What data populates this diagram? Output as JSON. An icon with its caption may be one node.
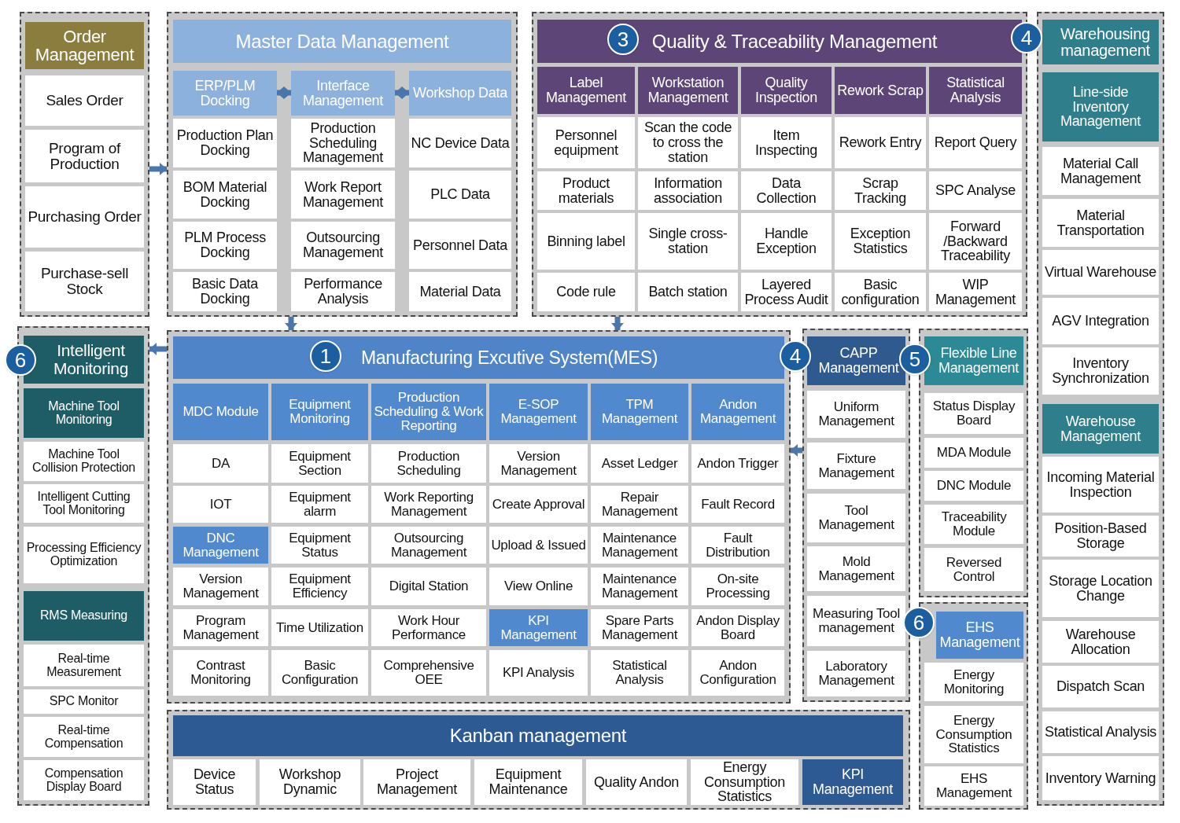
{
  "diagram": {
    "nodes": [
      {
        "text": [],
        "shape": "box"
      },
      {
        "text": [
          "Order Management"
        ],
        "in": 0
      },
      {
        "text": [
          "Sales Order"
        ],
        "in": 0
      },
      {
        "text": [
          "Program of Production"
        ],
        "in": 0
      },
      {
        "text": [
          "Purchasing Order"
        ],
        "in": 0
      },
      {
        "text": [
          "Purchase-sell Stock"
        ],
        "in": 0
      },
      {
        "text": [],
        "shape": "box"
      },
      {
        "text": [
          "Master Data Management"
        ],
        "in": 6
      },
      {
        "text": [
          "ERP/PLM Docking"
        ],
        "in": 6
      },
      {
        "text": [
          "Interface Management"
        ],
        "in": 6
      },
      {
        "text": [
          "Workshop Data"
        ],
        "in": 6
      },
      {
        "text": [
          "Production Plan Docking"
        ],
        "in": 6
      },
      {
        "text": [
          "Production Scheduling Management"
        ],
        "in": 6
      },
      {
        "text": [
          "NC Device Data"
        ],
        "in": 6
      },
      {
        "text": [
          "BOM Material Docking"
        ],
        "in": 6
      },
      {
        "text": [
          "Work Report Management"
        ],
        "in": 6
      },
      {
        "text": [
          "PLC Data"
        ],
        "in": 6
      },
      {
        "text": [
          "PLM Process Docking"
        ],
        "in": 6
      },
      {
        "text": [
          "Outsourcing Management"
        ],
        "in": 6
      },
      {
        "text": [
          "Personnel Data"
        ],
        "in": 6
      },
      {
        "text": [
          "Basic Data Docking"
        ],
        "in": 6
      },
      {
        "text": [
          "Performance Analysis"
        ],
        "in": 6
      },
      {
        "text": [
          "Material Data"
        ],
        "in": 6
      },
      {
        "text": [],
        "shape": "box"
      },
      {
        "text": [
          "Quality & Traceability Management"
        ],
        "in": 23
      },
      {
        "text": [
          "Label Management"
        ],
        "in": 23
      },
      {
        "text": [
          "Workstation Management"
        ],
        "in": 23
      },
      {
        "text": [
          "Quality Inspection"
        ],
        "in": 23
      },
      {
        "text": [
          "Rework Scrap"
        ],
        "in": 23
      },
      {
        "text": [
          "Statistical Analysis"
        ],
        "in": 23
      },
      {
        "text": [
          "Personnel equipment"
        ],
        "in": 23
      },
      {
        "text": [
          "Scan the code to cross the station"
        ],
        "in": 23
      },
      {
        "text": [
          "Item Inspecting"
        ],
        "in": 23
      },
      {
        "text": [
          "Rework Entry"
        ],
        "in": 23
      },
      {
        "text": [
          "Report Query"
        ],
        "in": 23
      },
      {
        "text": [
          "Product materials"
        ],
        "in": 23
      },
      {
        "text": [
          "Information association"
        ],
        "in": 23
      },
      {
        "text": [
          "Data Collection"
        ],
        "in": 23
      },
      {
        "text": [
          "Scrap Tracking"
        ],
        "in": 23
      },
      {
        "text": [
          "SPC Analyse"
        ],
        "in": 23
      },
      {
        "text": [
          "Binning label"
        ],
        "in": 23
      },
      {
        "text": [
          "Single cross-station"
        ],
        "in": 23
      },
      {
        "text": [
          "Handle Exception"
        ],
        "in": 23
      },
      {
        "text": [
          "Exception Statistics"
        ],
        "in": 23
      },
      {
        "text": [
          "Forward /Backward Traceability"
        ],
        "in": 23
      },
      {
        "text": [
          "Code rule"
        ],
        "in": 23
      },
      {
        "text": [
          "Batch station"
        ],
        "in": 23
      },
      {
        "text": [
          "Layered Process Audit"
        ],
        "in": 23
      },
      {
        "text": [
          "Basic configuration"
        ],
        "in": 23
      },
      {
        "text": [
          "WIP Management"
        ],
        "in": 23
      },
      {
        "text": [],
        "shape": "box"
      },
      {
        "text": [
          "Warehousing management"
        ],
        "in": 50
      },
      {
        "text": [
          "Line-side Inventory Management"
        ],
        "in": 50
      },
      {
        "text": [
          "Material Call Management"
        ],
        "in": 50
      },
      {
        "text": [
          "Material Transportation"
        ],
        "in": 50
      },
      {
        "text": [
          "Virtual Warehouse"
        ],
        "in": 50
      },
      {
        "text": [
          "AGV Integration"
        ],
        "in": 50
      },
      {
        "text": [
          "Inventory Synchronization"
        ],
        "in": 50
      },
      {
        "text": [
          "Warehouse Management"
        ],
        "in": 50
      },
      {
        "text": [
          "Incoming Material Inspection"
        ],
        "in": 50
      },
      {
        "text": [
          "Position-Based Storage"
        ],
        "in": 50
      },
      {
        "text": [
          "Storage Location Change"
        ],
        "in": 50
      },
      {
        "text": [
          "Warehouse Allocation"
        ],
        "in": 50
      },
      {
        "text": [
          "Dispatch Scan"
        ],
        "in": 50
      },
      {
        "text": [
          "Statistical Analysis"
        ],
        "in": 50
      },
      {
        "text": [
          "Inventory Warning"
        ],
        "in": 50
      },
      {
        "text": [],
        "shape": "box"
      },
      {
        "text": [
          "Intelligent Monitoring"
        ],
        "in": 66
      },
      {
        "text": [
          "Machine Tool Monitoring"
        ],
        "in": 66
      },
      {
        "text": [
          "Machine Tool Collision Protection"
        ],
        "in": 66
      },
      {
        "text": [
          "Intelligent Cutting Tool Monitoring"
        ],
        "in": 66
      },
      {
        "text": [
          "Processing Efficiency Optimization"
        ],
        "in": 66
      },
      {
        "text": [
          "RMS Measuring"
        ],
        "in": 66
      },
      {
        "text": [
          "Real-time Measurement"
        ],
        "in": 66
      },
      {
        "text": [
          "SPC Monitor"
        ],
        "in": 66
      },
      {
        "text": [
          "Real-time Compensation"
        ],
        "in": 66
      },
      {
        "text": [
          "Compensation Display Board"
        ],
        "in": 66
      },
      {
        "text": [],
        "shape": "box"
      },
      {
        "text": [
          "Manufacturing Excutive System(MES)"
        ],
        "in": 77
      },
      {
        "text": [
          "MDC Module"
        ],
        "in": 77
      },
      {
        "text": [
          "Equipment Monitoring"
        ],
        "in": 77
      },
      {
        "text": [
          "Production Scheduling & Work Reporting"
        ],
        "in": 77
      },
      {
        "text": [
          "E-SOP Management"
        ],
        "in": 77
      },
      {
        "text": [
          "TPM Management"
        ],
        "in": 77
      },
      {
        "text": [
          "Andon Management"
        ],
        "in": 77
      },
      {
        "text": [
          "DA"
        ],
        "in": 77
      },
      {
        "text": [
          "Equipment Section"
        ],
        "in": 77
      },
      {
        "text": [
          "Production Scheduling"
        ],
        "in": 77
      },
      {
        "text": [
          "Version Management"
        ],
        "in": 77
      },
      {
        "text": [
          "Asset Ledger"
        ],
        "in": 77
      },
      {
        "text": [
          "Andon Trigger"
        ],
        "in": 77
      },
      {
        "text": [
          "IOT"
        ],
        "in": 77
      },
      {
        "text": [
          "Equipment alarm"
        ],
        "in": 77
      },
      {
        "text": [
          "Work Reporting Management"
        ],
        "in": 77
      },
      {
        "text": [
          "Create Approval"
        ],
        "in": 77
      },
      {
        "text": [
          "Repair Management"
        ],
        "in": 77
      },
      {
        "text": [
          "Fault Record"
        ],
        "in": 77
      },
      {
        "text": [
          "DNC Management"
        ],
        "in": 77
      },
      {
        "text": [
          "Equipment Status"
        ],
        "in": 77
      },
      {
        "text": [
          "Outsourcing Management"
        ],
        "in": 77
      },
      {
        "text": [
          "Upload & Issued"
        ],
        "in": 77
      },
      {
        "text": [
          "Maintenance Management"
        ],
        "in": 77
      },
      {
        "text": [
          "Fault Distribution"
        ],
        "in": 77
      },
      {
        "text": [
          "Version Management"
        ],
        "in": 77
      },
      {
        "text": [
          "Equipment Efficiency"
        ],
        "in": 77
      },
      {
        "text": [
          "Digital Station"
        ],
        "in": 77
      },
      {
        "text": [
          "View Online"
        ],
        "in": 77
      },
      {
        "text": [
          "Maintenance Management"
        ],
        "in": 77
      },
      {
        "text": [
          "On-site Processing"
        ],
        "in": 77
      },
      {
        "text": [
          "Program Management"
        ],
        "in": 77
      },
      {
        "text": [
          "Time Utilization"
        ],
        "in": 77
      },
      {
        "text": [
          "Work Hour Performance"
        ],
        "in": 77
      },
      {
        "text": [
          "KPI Management"
        ],
        "in": 77
      },
      {
        "text": [
          "Spare Parts Management"
        ],
        "in": 77
      },
      {
        "text": [
          "Andon Display Board"
        ],
        "in": 77
      },
      {
        "text": [
          "Contrast Monitoring"
        ],
        "in": 77
      },
      {
        "text": [
          "Basic Configuration"
        ],
        "in": 77
      },
      {
        "text": [
          "Comprehensive OEE"
        ],
        "in": 77
      },
      {
        "text": [
          "KPI Analysis"
        ],
        "in": 77
      },
      {
        "text": [
          "Statistical Analysis"
        ],
        "in": 77
      },
      {
        "text": [
          "Andon Configuration"
        ],
        "in": 77
      },
      {
        "text": [],
        "shape": "box"
      },
      {
        "text": [
          "CAPP Management"
        ],
        "in": 121
      },
      {
        "text": [
          "Uniform Management"
        ],
        "in": 121
      },
      {
        "text": [
          "Fixture Management"
        ],
        "in": 121
      },
      {
        "text": [
          "Tool Management"
        ],
        "in": 121
      },
      {
        "text": [
          "Mold Management"
        ],
        "in": 121
      },
      {
        "text": [
          "Measuring Tool management"
        ],
        "in": 121
      },
      {
        "text": [
          "Laboratory Management"
        ],
        "in": 121
      },
      {
        "text": [],
        "shape": "box"
      },
      {
        "text": [
          "Flexible Line Management"
        ],
        "in": 129
      },
      {
        "text": [
          "Status Display Board"
        ],
        "in": 129
      },
      {
        "text": [
          "MDA Module"
        ],
        "in": 129
      },
      {
        "text": [
          "DNC Module"
        ],
        "in": 129
      },
      {
        "text": [
          "Traceability Module"
        ],
        "in": 129
      },
      {
        "text": [
          "Reversed Control"
        ],
        "in": 129
      },
      {
        "text": [],
        "shape": "box"
      },
      {
        "text": [
          "EHS Management"
        ],
        "in": 136
      },
      {
        "text": [
          "Energy Monitoring"
        ],
        "in": 136
      },
      {
        "text": [
          "Energy Consumption Statistics"
        ],
        "in": 136
      },
      {
        "text": [
          "EHS Management"
        ],
        "in": 136
      },
      {
        "text": [],
        "shape": "box"
      },
      {
        "text": [
          "Kanban management"
        ],
        "in": 141
      },
      {
        "text": [
          "Device Status"
        ],
        "in": 141
      },
      {
        "text": [
          "Workshop Dynamic"
        ],
        "in": 141
      },
      {
        "text": [
          "Project Management"
        ],
        "in": 141
      },
      {
        "text": [
          "Equipment Maintenance"
        ],
        "in": 141
      },
      {
        "text": [
          "Quality Andon"
        ],
        "in": 141
      },
      {
        "text": [
          "Energy Consumption Statistics"
        ],
        "in": 141
      },
      {
        "text": [
          "KPI Management"
        ],
        "in": 141
      }
    ],
    "edges": [
      {
        "from": 0,
        "to": 6,
        "arrow": "to"
      },
      {
        "from": 8,
        "to": 9,
        "arrow": "both"
      },
      {
        "from": 9,
        "to": 10,
        "arrow": "both"
      },
      {
        "from": 6,
        "to": 77,
        "arrow": "to"
      },
      {
        "from": 23,
        "to": 77,
        "arrow": "to"
      },
      {
        "from": 77,
        "to": 66,
        "arrow": "to"
      },
      {
        "from": 121,
        "to": 77,
        "arrow": "to"
      }
    ],
    "labels": [
      "3",
      "4",
      "6",
      "1",
      "4",
      "5",
      "6"
    ]
  }
}
